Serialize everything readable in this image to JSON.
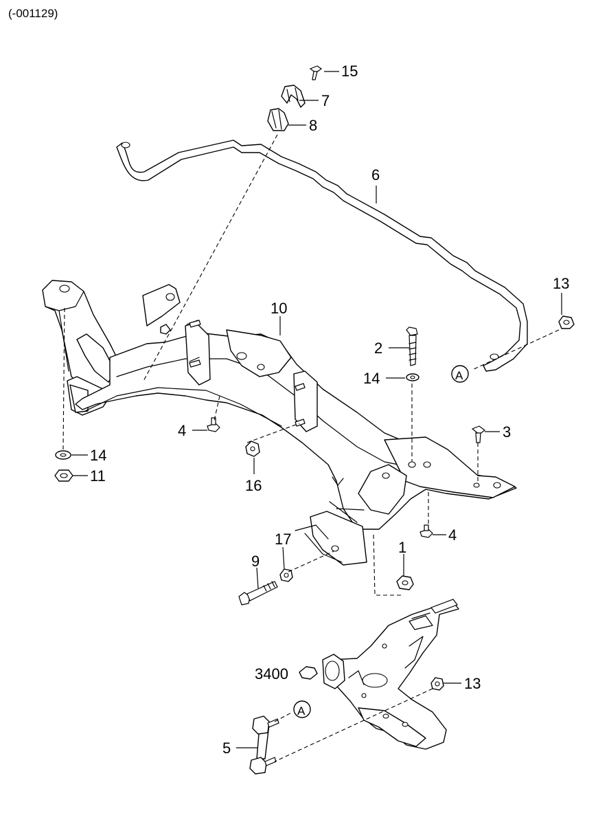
{
  "header": {
    "code": "(-001129)"
  },
  "callouts": {
    "c15": "15",
    "c7": "7",
    "c8": "8",
    "c6": "6",
    "c13a": "13",
    "c10": "10",
    "c2": "2",
    "c14a": "14",
    "cA1": "A",
    "c3": "3",
    "c4a": "4",
    "c16": "16",
    "c14b": "14",
    "c11": "11",
    "c17": "17",
    "c1": "1",
    "c4b": "4",
    "c9": "9",
    "c3400": "3400",
    "c13b": "13",
    "cA2": "A",
    "c5": "5"
  }
}
